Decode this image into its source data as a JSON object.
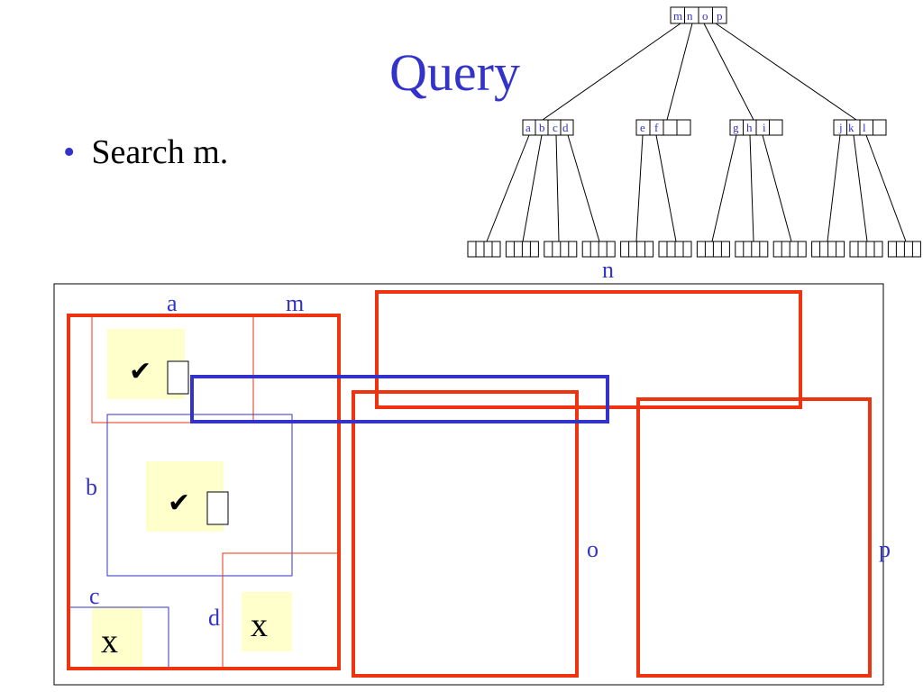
{
  "title": "Query",
  "bullet": {
    "marker": "•",
    "text": "Search m."
  },
  "tree": {
    "root": [
      "m",
      "n",
      "o",
      "p"
    ],
    "children": [
      {
        "keys": [
          "a",
          "b",
          "c",
          "d"
        ]
      },
      {
        "keys": [
          "e",
          "f",
          "",
          ""
        ]
      },
      {
        "keys": [
          "g",
          "h",
          "i",
          ""
        ]
      },
      {
        "keys": [
          "j",
          "k",
          "l",
          ""
        ]
      }
    ],
    "leaf_count": 12
  },
  "regions": {
    "labels": {
      "a": "a",
      "m": "m",
      "n": "n",
      "b": "b",
      "c": "c",
      "d": "d",
      "o": "o",
      "p": "p"
    },
    "marks": {
      "check": "✔",
      "empty_box": "□",
      "x": "x"
    }
  },
  "colors": {
    "title": "#3333cc",
    "label": "#3333cc",
    "red_rect": "#ee3311",
    "blue_rect": "#3333cc",
    "highlight": "#ffffcc"
  }
}
